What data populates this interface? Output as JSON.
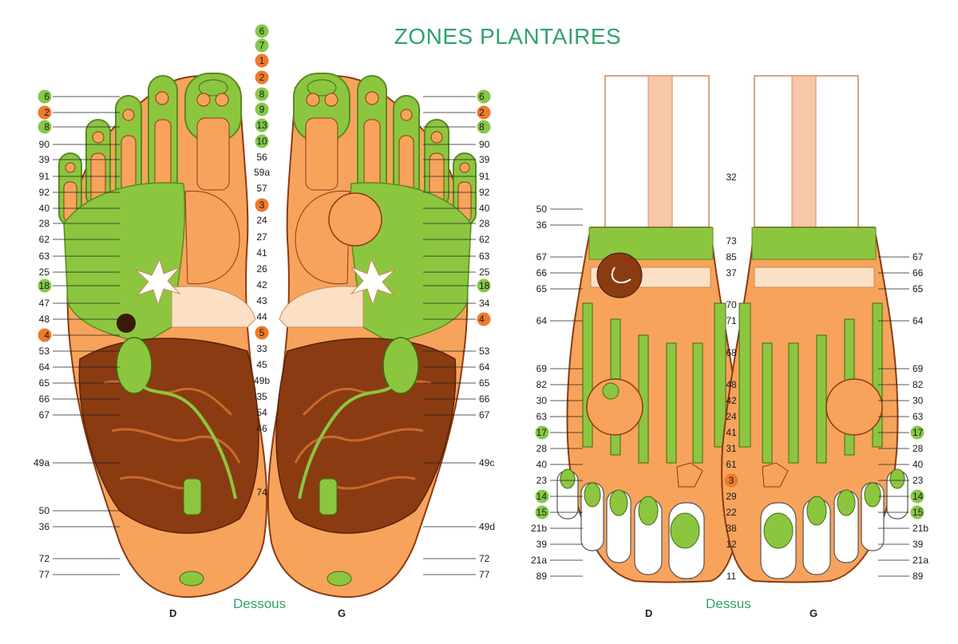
{
  "title": "ZONES PLANTAIRES",
  "captions": {
    "sole": "Dessous",
    "top": "Dessus"
  },
  "sides": {
    "right": "D",
    "left": "G"
  },
  "colors": {
    "green": "#8cc63f",
    "green_badge": "#86c84a",
    "orange": "#f7a35c",
    "orange_badge": "#ef7a2c",
    "brown": "#8a3b12",
    "peach": "#fbe0c6",
    "title": "#2ea36a"
  },
  "sole_labels": {
    "left": [
      "6",
      "2",
      "8",
      "90",
      "39",
      "91",
      "92",
      "40",
      "28",
      "62",
      "63",
      "25",
      "18",
      "47",
      "48",
      "4",
      "53",
      "64",
      "65",
      "66",
      "67",
      "49a",
      "50",
      "36",
      "72",
      "77"
    ],
    "center_top": [
      "6",
      "7",
      "1",
      "2",
      "8",
      "9",
      "13",
      "10",
      "56",
      "59a",
      "57",
      "3",
      "24",
      "27",
      "41",
      "26",
      "42",
      "43",
      "44",
      "5",
      "33",
      "45",
      "49b",
      "35",
      "54",
      "46",
      "74"
    ],
    "right": [
      "6",
      "2",
      "8",
      "90",
      "39",
      "91",
      "92",
      "40",
      "28",
      "62",
      "63",
      "25",
      "18",
      "34",
      "4",
      "53",
      "64",
      "65",
      "66",
      "67",
      "49c",
      "49d",
      "72",
      "77"
    ]
  },
  "top_labels": {
    "left": [
      "50",
      "36",
      "67",
      "66",
      "65",
      "64",
      "69",
      "82",
      "30",
      "63",
      "17",
      "28",
      "40",
      "23",
      "14",
      "15",
      "21b",
      "39",
      "21a",
      "89"
    ],
    "center": [
      "32",
      "73",
      "85",
      "37",
      "70",
      "71",
      "68",
      "48",
      "42",
      "24",
      "41",
      "31",
      "61",
      "3",
      "29",
      "22",
      "38",
      "12",
      "11"
    ],
    "right": [
      "67",
      "66",
      "65",
      "64",
      "69",
      "82",
      "30",
      "63",
      "17",
      "28",
      "40",
      "23",
      "14",
      "15",
      "21b",
      "39",
      "21a",
      "89"
    ]
  }
}
